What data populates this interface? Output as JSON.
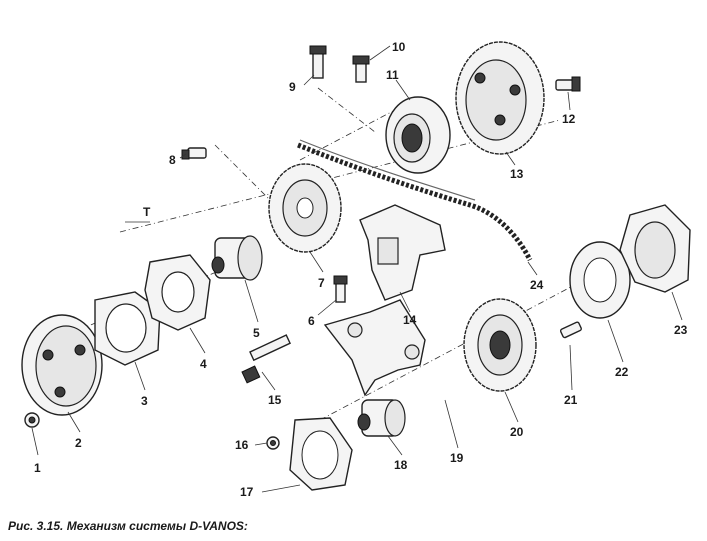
{
  "caption": "Рис. 3.15. Механизм системы D-VANOS:",
  "axis_label": "T",
  "callouts": [
    "1",
    "2",
    "3",
    "4",
    "5",
    "6",
    "7",
    "8",
    "9",
    "10",
    "11",
    "12",
    "13",
    "14",
    "15",
    "16",
    "17",
    "18",
    "19",
    "20",
    "21",
    "22",
    "23",
    "24"
  ]
}
